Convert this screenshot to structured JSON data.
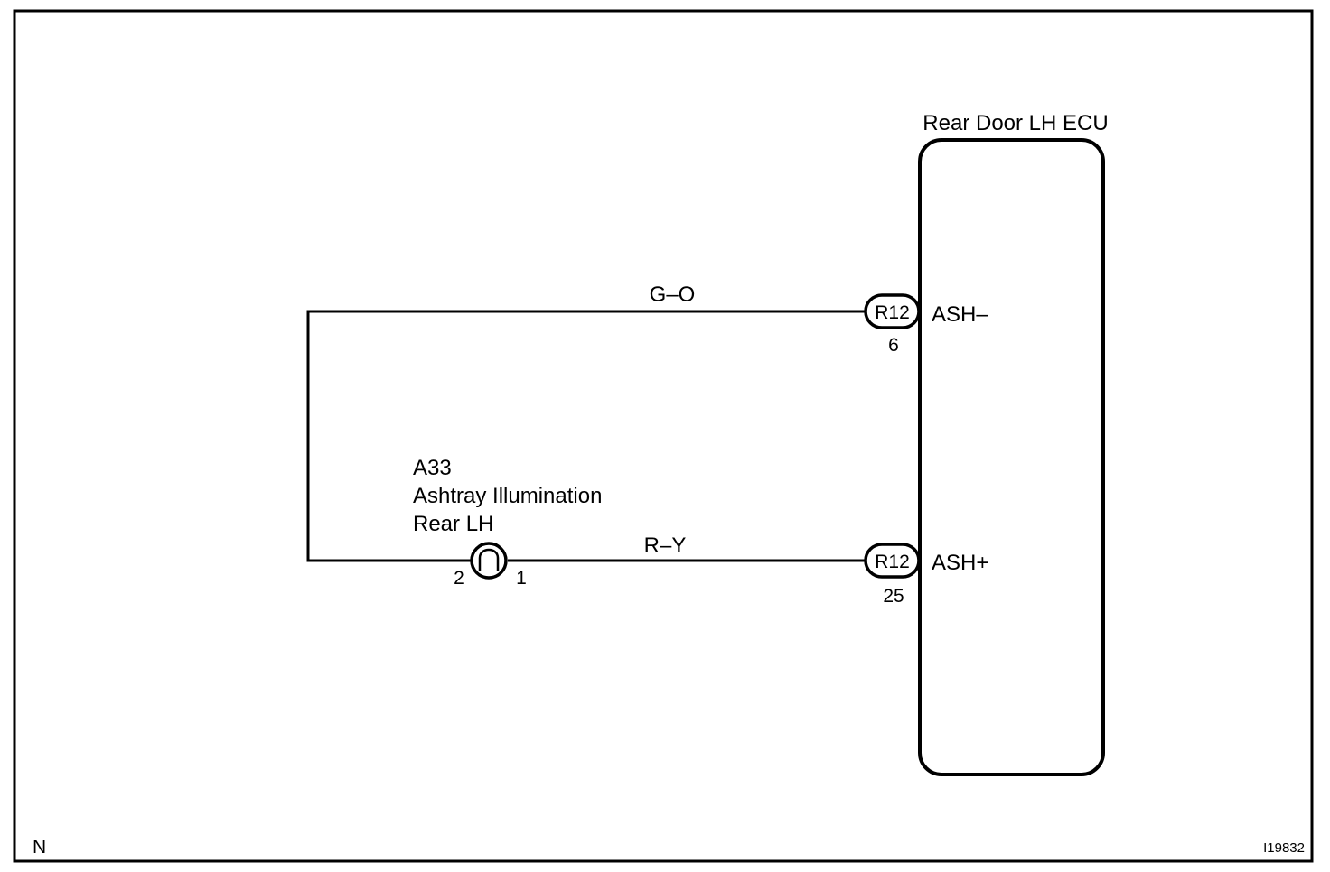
{
  "ecu": {
    "title": "Rear Door LH ECU"
  },
  "wires": {
    "top_color": "G–O",
    "bottom_color": "R–Y"
  },
  "connectors": {
    "top": {
      "id": "R12",
      "pin": "6",
      "terminal": "ASH–"
    },
    "bottom": {
      "id": "R12",
      "pin": "25",
      "terminal": "ASH+"
    }
  },
  "lamp": {
    "code": "A33",
    "name_line1": "Ashtray Illumination",
    "name_line2": "Rear LH",
    "pin_left": "2",
    "pin_right": "1"
  },
  "corner_left": "N",
  "figure_id": "I19832"
}
